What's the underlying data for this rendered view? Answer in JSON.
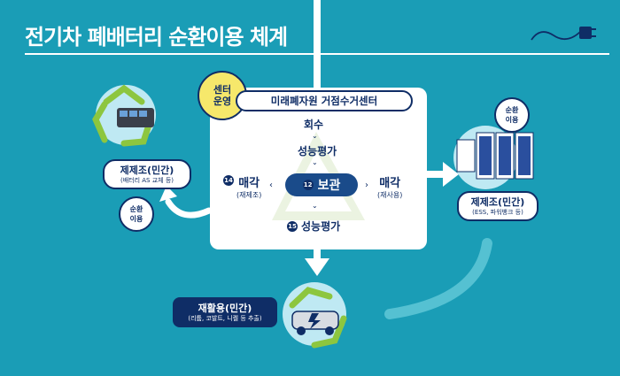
{
  "title": "전기차 폐배터리 순환이용 체계",
  "center": {
    "header": "미래폐자원 거점수거센터",
    "badge_line1": "센터",
    "badge_line2": "운영",
    "steps": {
      "collect": "회수",
      "evaluate_top": "성능평가",
      "store": "보관",
      "store_num": "12",
      "evaluate_bottom": "성능평가",
      "evaluate_bottom_num": "15"
    },
    "left_sale": {
      "num": "14",
      "label": "매각",
      "sub": "(재제조)"
    },
    "right_sale": {
      "label": "매각",
      "sub": "(재사용)"
    }
  },
  "outcomes": {
    "remanufacture": {
      "title": "제제조(민간)",
      "sub": "(배터리 AS 교체 등)"
    },
    "reuse": {
      "title": "제제조(민간)",
      "sub": "(ESS, 파워뱅크 등)"
    },
    "recycle": {
      "title": "재활용(민간)",
      "sub": "(리튬, 코발트, 니켈 등 추출)"
    }
  },
  "circulation_left": {
    "line1": "순환",
    "line2": "이용"
  },
  "circulation_right": {
    "line1": "순환",
    "line2": "이용"
  },
  "colors": {
    "background": "#1a9db6",
    "navy": "#0f2d66",
    "badge_yellow": "#f6e86b",
    "recycle_green": "#8dc63f",
    "ess_blue": "#2a4f9e"
  },
  "icons": [
    "ev-plug-icon",
    "recycle-battery-icon",
    "ess-cabinet-icon",
    "recycle-car-icon"
  ]
}
